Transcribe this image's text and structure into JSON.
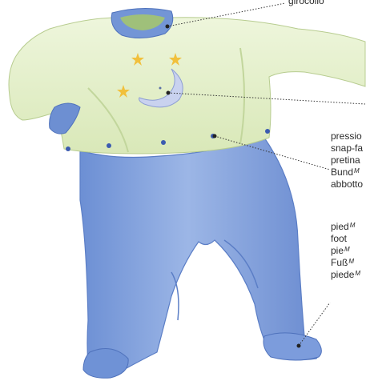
{
  "labels": {
    "collar": "girocollo",
    "snap_lines": [
      {
        "text": "pressio",
        "sup": ""
      },
      {
        "text": "snap-fa",
        "sup": ""
      },
      {
        "text": "pretina",
        "sup": ""
      },
      {
        "text": "Bund",
        "sup": "M"
      },
      {
        "text": "abbotto",
        "sup": ""
      }
    ],
    "foot_lines": [
      {
        "text": "pied",
        "sup": "M"
      },
      {
        "text": "foot",
        "sup": ""
      },
      {
        "text": "pie",
        "sup": "M"
      },
      {
        "text": "Fuß",
        "sup": "M"
      },
      {
        "text": "piede",
        "sup": "M"
      }
    ]
  },
  "colors": {
    "top": "#e7f2cf",
    "top_shade": "#c9dba4",
    "pants": "#7f9fd9",
    "pants_shade": "#5b7ec6",
    "trim": "#6d8fd2",
    "star": "#f1c03c",
    "moon": "#c9d2ef",
    "leader": "#333333"
  },
  "icons": {
    "stars": "star-icon",
    "moon": "moon-icon",
    "snaps": "snap-button-icon"
  }
}
